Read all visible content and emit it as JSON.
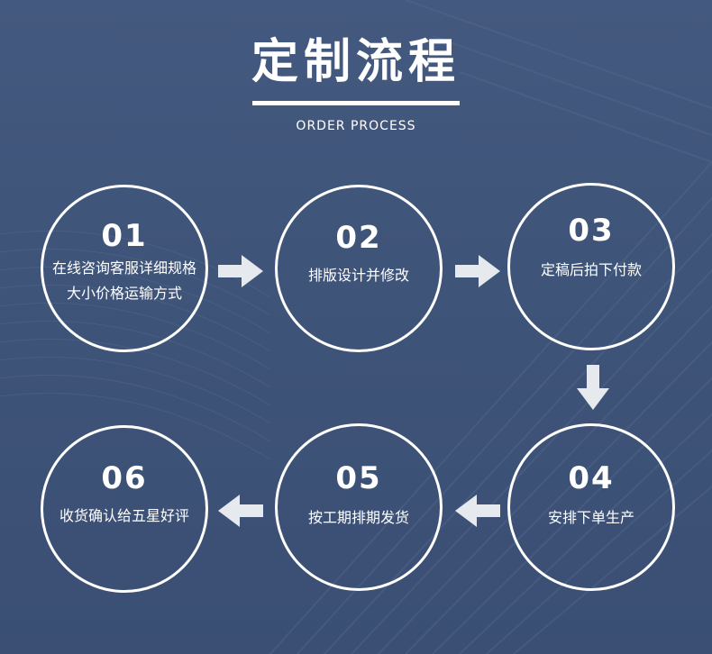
{
  "header": {
    "title": "定制流程",
    "subtitle": "ORDER PROCESS"
  },
  "steps": [
    {
      "num": "01",
      "lines": [
        "在线咨询客服详细规格",
        "大小价格运输方式"
      ]
    },
    {
      "num": "02",
      "lines": [
        "排版设计并修改"
      ]
    },
    {
      "num": "03",
      "lines": [
        "定稿后拍下付款"
      ]
    },
    {
      "num": "04",
      "lines": [
        "安排下单生产"
      ]
    },
    {
      "num": "05",
      "lines": [
        "按工期排期发货"
      ]
    },
    {
      "num": "06",
      "lines": [
        "收货确认给五星好评"
      ]
    }
  ],
  "arrows": [
    {
      "direction": "right",
      "icon": "arrow-right-icon"
    },
    {
      "direction": "right",
      "icon": "arrow-right-icon"
    },
    {
      "direction": "down",
      "icon": "arrow-down-icon"
    },
    {
      "direction": "left",
      "icon": "arrow-left-icon"
    },
    {
      "direction": "left",
      "icon": "arrow-left-icon"
    }
  ],
  "colors": {
    "background": "#3f5479",
    "circle_border": "#ffffff",
    "arrow": "#e6e9ee",
    "text": "#ffffff"
  }
}
